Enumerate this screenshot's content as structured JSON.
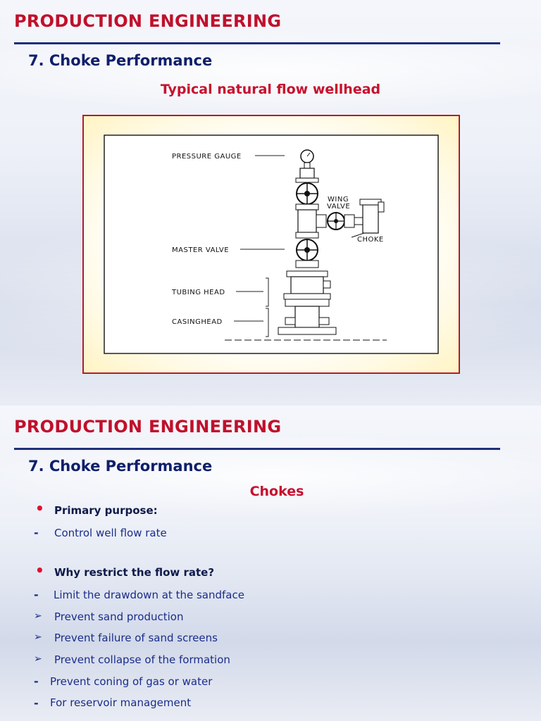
{
  "slide1": {
    "header": "PRODUCTION ENGINEERING",
    "subtitle": "7. Choke Performance",
    "caption": "Typical natural flow wellhead",
    "figure_labels": {
      "pressure_gauge": "PRESSURE GAUGE",
      "wing": "WING",
      "valve": "VALVE",
      "choke": "CHOKE",
      "master_valve": "MASTER VALVE",
      "tubing_head": "TUBING HEAD",
      "casinghead": "CASINGHEAD"
    }
  },
  "slide2": {
    "header": "PRODUCTION ENGINEERING",
    "subtitle": "7. Choke Performance",
    "title": "Chokes",
    "items": [
      {
        "marker": "•",
        "text": "Primary purpose:"
      },
      {
        "marker": "-",
        "text": "Control well flow rate"
      },
      {
        "marker": "•",
        "text": "Why restrict the flow rate?"
      },
      {
        "marker": "-",
        "text": "Limit the drawdown at the sandface"
      },
      {
        "marker": "➢",
        "text": "Prevent sand production"
      },
      {
        "marker": "➢",
        "text": "Prevent failure of sand screens"
      },
      {
        "marker": "➢",
        "text": "Prevent collapse of the formation"
      },
      {
        "marker": "-",
        "text": "Prevent coning of gas or water"
      },
      {
        "marker": "-",
        "text": "For reservoir management"
      }
    ]
  }
}
